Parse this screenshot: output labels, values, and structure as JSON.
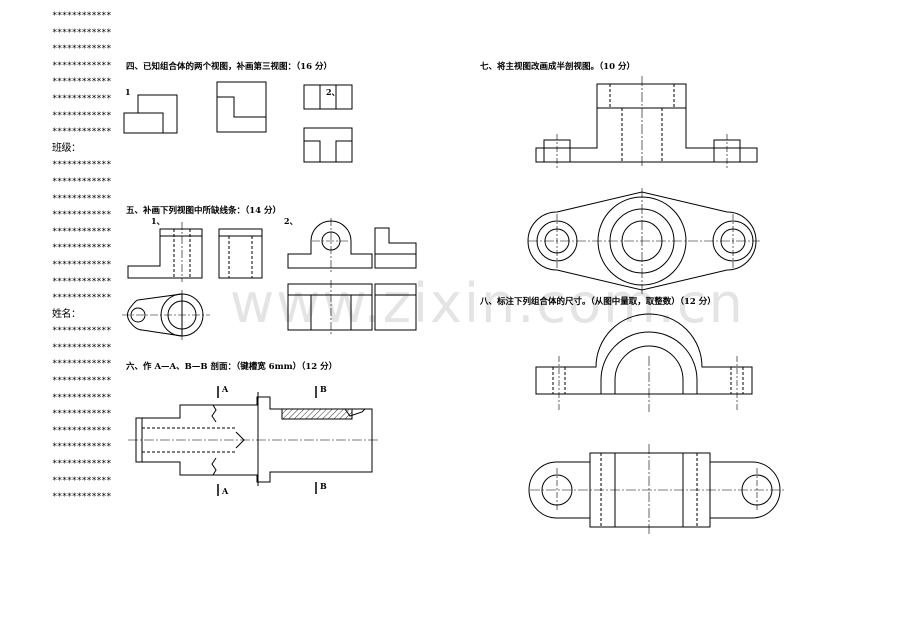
{
  "margin": {
    "stars": "************",
    "class_label": "班级：",
    "name_label": "姓名："
  },
  "questions": {
    "q4": "四、已知组合体的两个视图，补画第三视图：（16 分）",
    "q5": "五、补画下列视图中所缺线条：（14 分）",
    "q6": "六、作 A—A、B—B 剖面：（键槽宽 6mm）（12 分）",
    "q7": "七、将主视图改画成半剖视图。（10 分）",
    "q8": "八、标注下列组合体的尺寸。（从图中量取，取整数）（12 分）"
  },
  "labels": {
    "q4_1": "1",
    "q4_2": "2、",
    "q5_1": "1、",
    "q5_2": "2、",
    "sec_a_top": "A",
    "sec_a_bottom": "A",
    "sec_b_top": "B",
    "sec_b_bottom": "B"
  },
  "watermark": "www.zixin.com.cn"
}
